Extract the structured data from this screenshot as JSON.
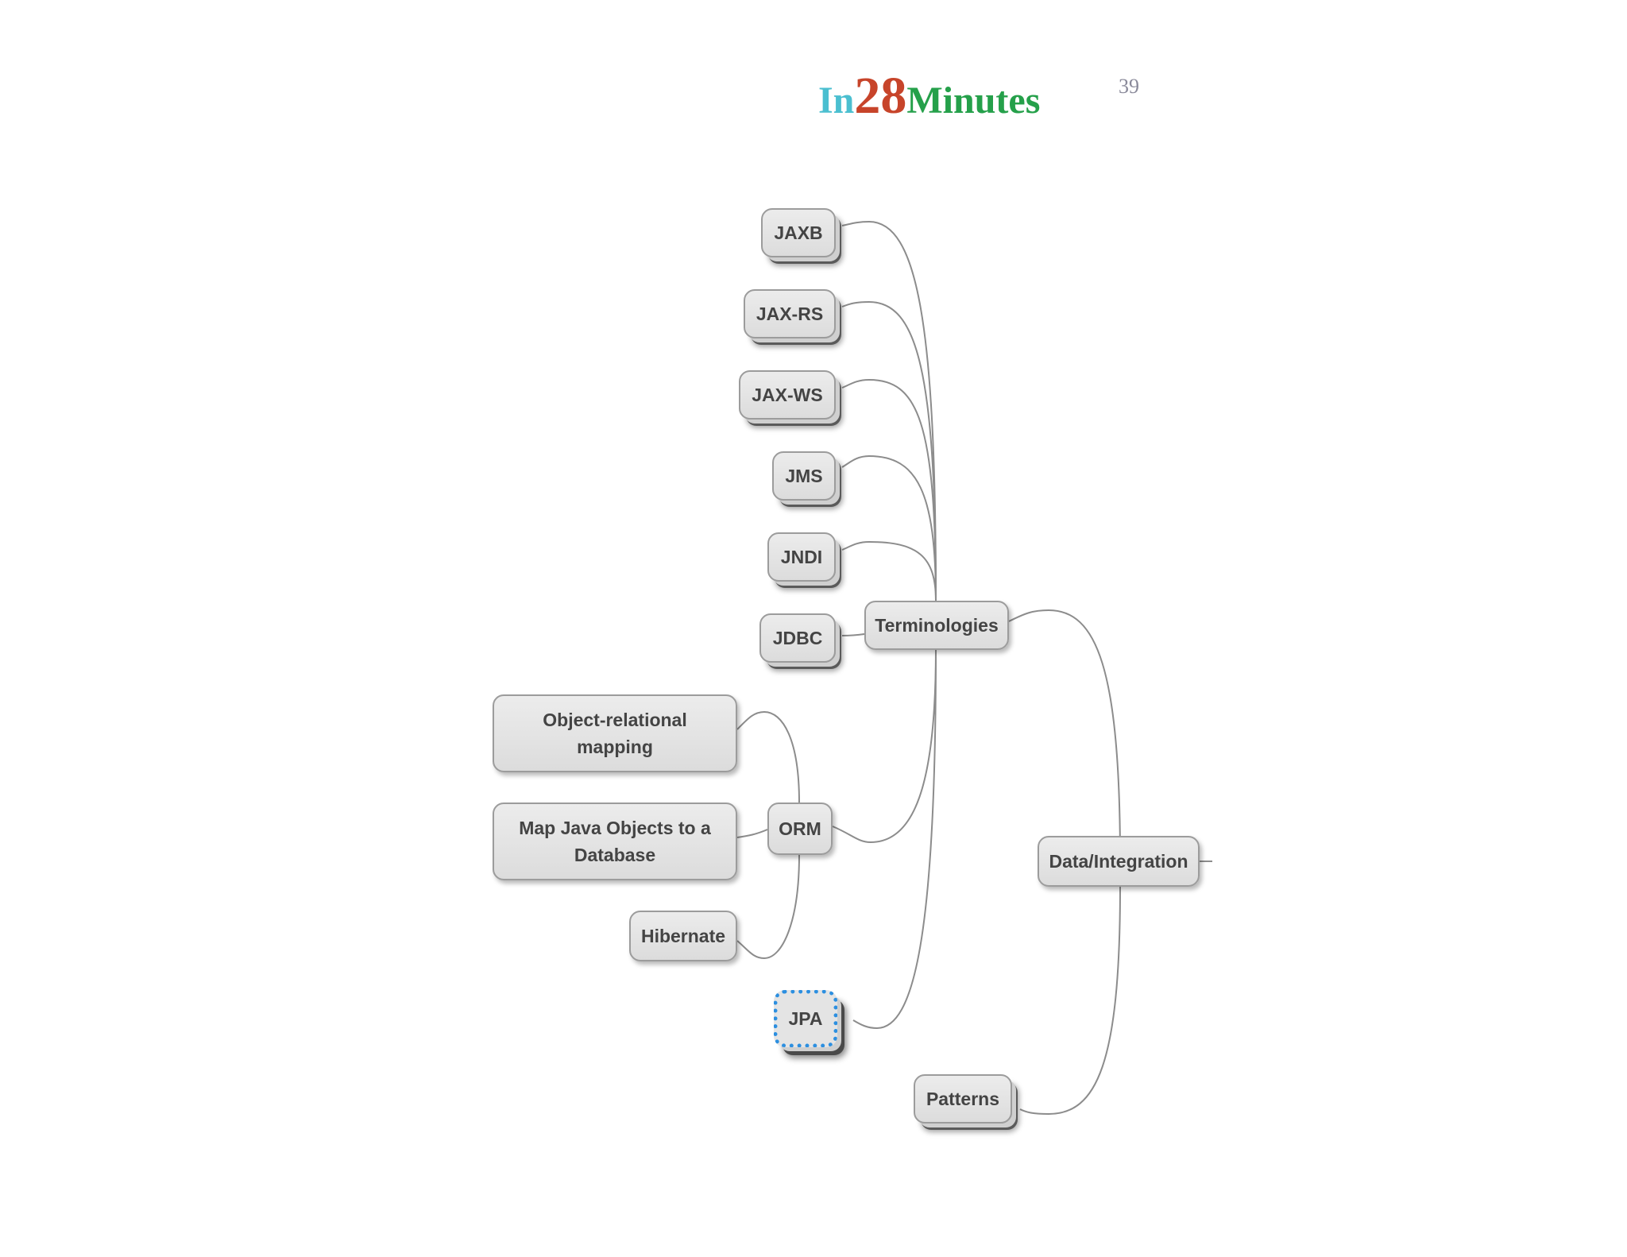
{
  "header": {
    "logo_part1": "In",
    "logo_part2": "28",
    "logo_part3": "Minutes",
    "page_number": "39"
  },
  "colors": {
    "logo_in": "#4bbfd0",
    "logo_28": "#c7442a",
    "logo_minutes": "#25a04a",
    "node_fill": "#e2e2e2",
    "selection": "#2c8fe0",
    "connector": "#8c8c8c"
  },
  "mindmap": {
    "nodes": [
      {
        "id": "data-integration",
        "label": "Data/Integration"
      },
      {
        "id": "terminologies",
        "label": "Terminologies"
      },
      {
        "id": "patterns",
        "label": "Patterns"
      },
      {
        "id": "jaxb",
        "label": "JAXB"
      },
      {
        "id": "jax-rs",
        "label": "JAX-RS"
      },
      {
        "id": "jax-ws",
        "label": "JAX-WS"
      },
      {
        "id": "jms",
        "label": "JMS"
      },
      {
        "id": "jndi",
        "label": "JNDI"
      },
      {
        "id": "jdbc",
        "label": "JDBC"
      },
      {
        "id": "orm",
        "label": "ORM"
      },
      {
        "id": "jpa",
        "label": "JPA"
      },
      {
        "id": "orm-definition",
        "label": "Object-relational mapping"
      },
      {
        "id": "orm-description",
        "label": "Map Java Objects to a Database"
      },
      {
        "id": "hibernate",
        "label": "Hibernate"
      }
    ],
    "edges": [
      [
        "data-integration",
        "terminologies"
      ],
      [
        "data-integration",
        "patterns"
      ],
      [
        "terminologies",
        "jaxb"
      ],
      [
        "terminologies",
        "jax-rs"
      ],
      [
        "terminologies",
        "jax-ws"
      ],
      [
        "terminologies",
        "jms"
      ],
      [
        "terminologies",
        "jndi"
      ],
      [
        "terminologies",
        "jdbc"
      ],
      [
        "terminologies",
        "orm"
      ],
      [
        "terminologies",
        "jpa"
      ],
      [
        "orm",
        "orm-definition"
      ],
      [
        "orm",
        "orm-description"
      ],
      [
        "orm",
        "hibernate"
      ]
    ],
    "selected_node": "jpa"
  }
}
